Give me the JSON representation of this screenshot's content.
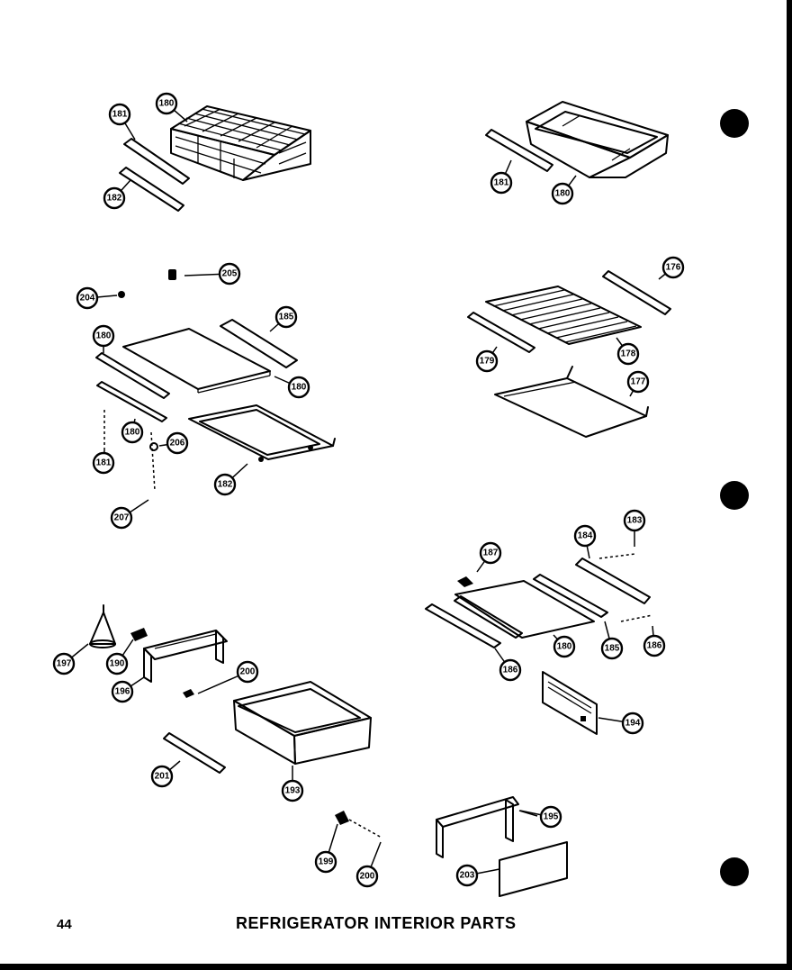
{
  "footer": {
    "page_number": "44",
    "title": "REFRIGERATOR INTERIOR  PARTS"
  },
  "callouts": [
    {
      "id": "c1",
      "label": "181"
    },
    {
      "id": "c2",
      "label": "180"
    },
    {
      "id": "c3",
      "label": "182"
    },
    {
      "id": "c4",
      "label": "181"
    },
    {
      "id": "c5",
      "label": "180"
    },
    {
      "id": "c6",
      "label": "205"
    },
    {
      "id": "c7",
      "label": "204"
    },
    {
      "id": "c8",
      "label": "185"
    },
    {
      "id": "c9",
      "label": "180"
    },
    {
      "id": "c10",
      "label": "180"
    },
    {
      "id": "c11",
      "label": "180"
    },
    {
      "id": "c12",
      "label": "206"
    },
    {
      "id": "c13",
      "label": "181"
    },
    {
      "id": "c14",
      "label": "182"
    },
    {
      "id": "c15",
      "label": "207"
    },
    {
      "id": "c16",
      "label": "176"
    },
    {
      "id": "c17",
      "label": "179"
    },
    {
      "id": "c18",
      "label": "178"
    },
    {
      "id": "c19",
      "label": "177"
    },
    {
      "id": "c20",
      "label": "187"
    },
    {
      "id": "c21",
      "label": "184"
    },
    {
      "id": "c22",
      "label": "183"
    },
    {
      "id": "c23",
      "label": "180"
    },
    {
      "id": "c24",
      "label": "186"
    },
    {
      "id": "c25",
      "label": "185"
    },
    {
      "id": "c26",
      "label": "186"
    },
    {
      "id": "c27",
      "label": "194"
    },
    {
      "id": "c28",
      "label": "197"
    },
    {
      "id": "c29",
      "label": "190"
    },
    {
      "id": "c30",
      "label": "196"
    },
    {
      "id": "c31",
      "label": "200"
    },
    {
      "id": "c32",
      "label": "201"
    },
    {
      "id": "c33",
      "label": "193"
    },
    {
      "id": "c34",
      "label": "199"
    },
    {
      "id": "c35",
      "label": "200"
    },
    {
      "id": "c36",
      "label": "195"
    },
    {
      "id": "c37",
      "label": "203"
    }
  ]
}
